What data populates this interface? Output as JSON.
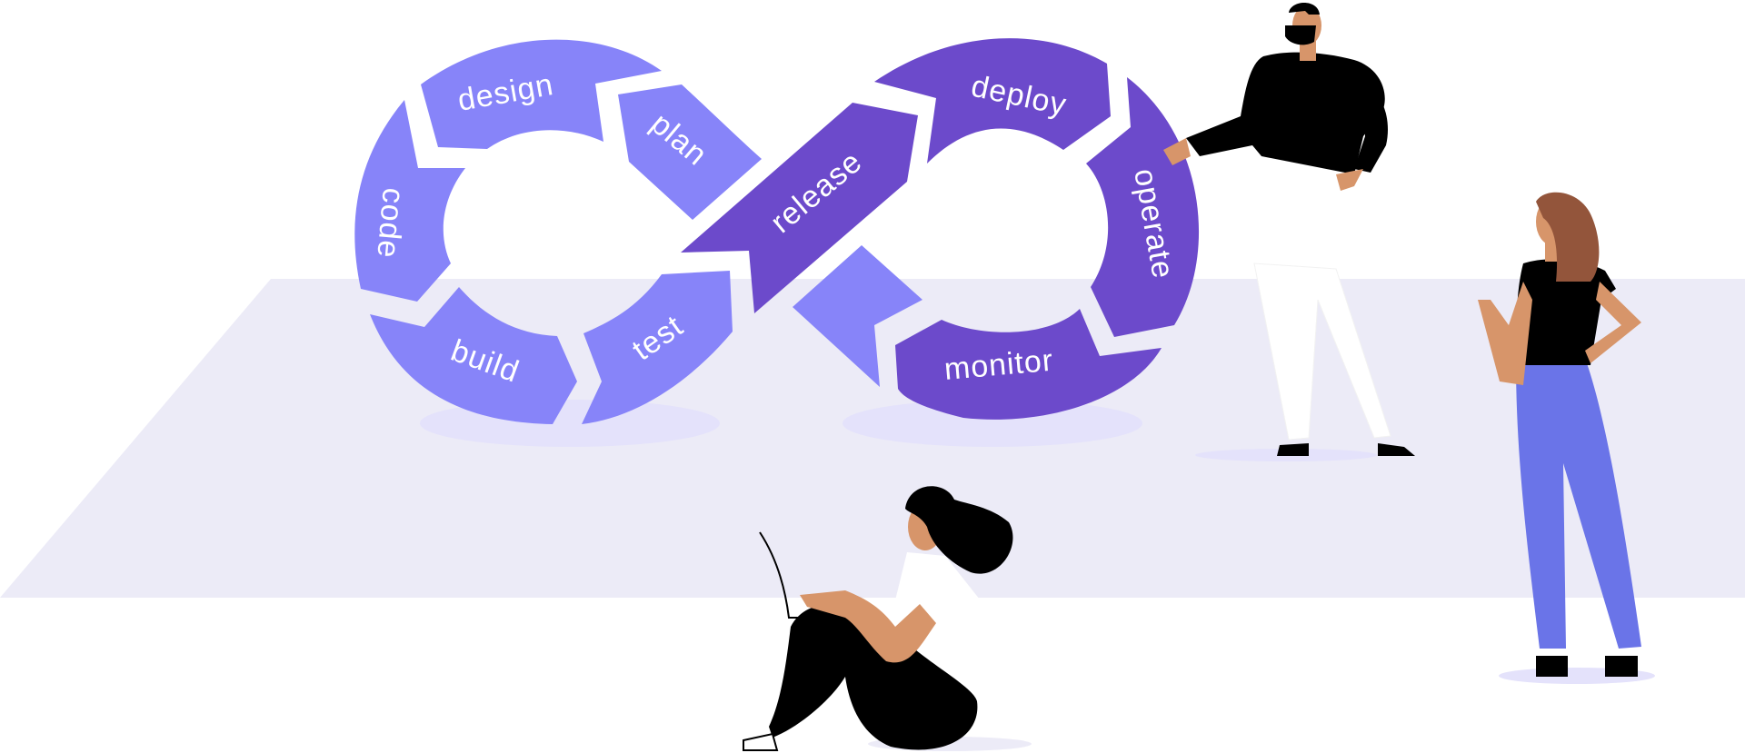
{
  "diagram": {
    "stages": [
      {
        "id": "plan",
        "label": "plan"
      },
      {
        "id": "code",
        "label": "code"
      },
      {
        "id": "build",
        "label": "build"
      },
      {
        "id": "test",
        "label": "test"
      },
      {
        "id": "release",
        "label": "release"
      },
      {
        "id": "deploy",
        "label": "deploy"
      },
      {
        "id": "operate",
        "label": "operate"
      },
      {
        "id": "monitor",
        "label": "monitor"
      },
      {
        "id": "design",
        "label": "design"
      }
    ]
  },
  "colors": {
    "floor": "#ecebf7",
    "light_segment": "#8784f9",
    "dark_segment": "#6c4acb",
    "shadow": "#e4e2fb",
    "skin": "#d7956a",
    "hair_brown": "#93553b",
    "black": "#000000",
    "jeans": "#6a74e8"
  },
  "illustration": {
    "people": [
      {
        "name": "standing-man",
        "description": "bearded-man-presenting"
      },
      {
        "name": "standing-woman",
        "description": "woman-hands-on-hip"
      },
      {
        "name": "sitting-woman",
        "description": "woman-with-laptop"
      }
    ]
  }
}
